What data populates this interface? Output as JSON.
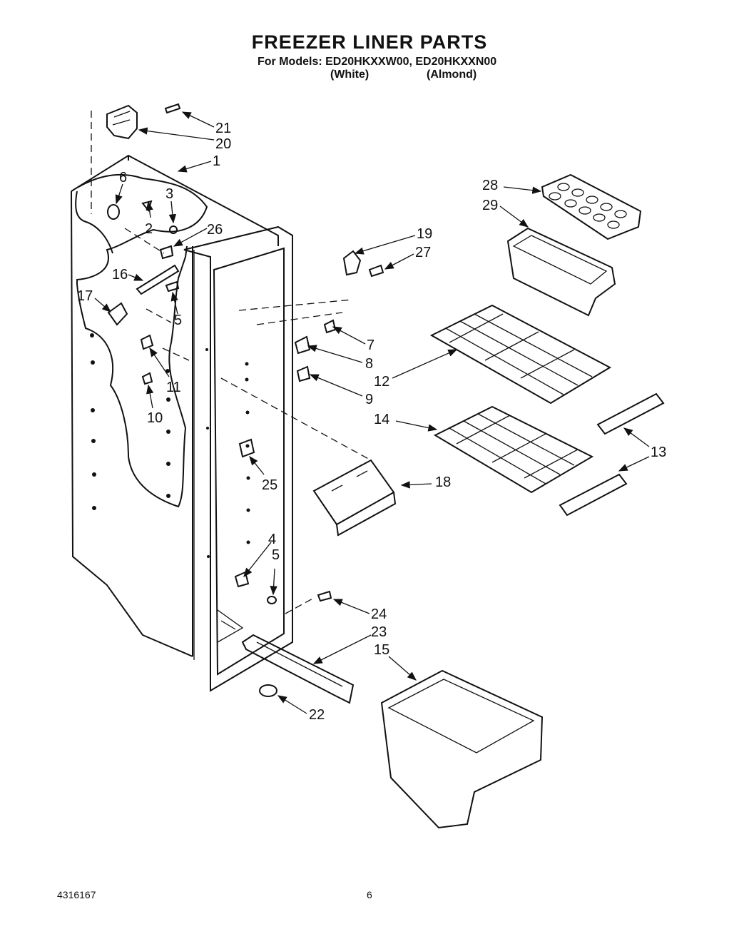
{
  "header": {
    "title": "FREEZER LINER PARTS",
    "models_line": "For Models: ED20HKXXW00, ED20HKXXN00",
    "color_1": "(White)",
    "color_2": "(Almond)"
  },
  "callouts": [
    "21",
    "20",
    "1",
    "6",
    "3",
    "2",
    "26",
    "16",
    "17",
    "5",
    "11",
    "10",
    "19",
    "27",
    "28",
    "29",
    "7",
    "8",
    "12",
    "9",
    "14",
    "13",
    "18",
    "25",
    "4",
    "5",
    "24",
    "23",
    "15",
    "22"
  ],
  "footer": {
    "doc_number": "4316167",
    "page_number": "6"
  }
}
